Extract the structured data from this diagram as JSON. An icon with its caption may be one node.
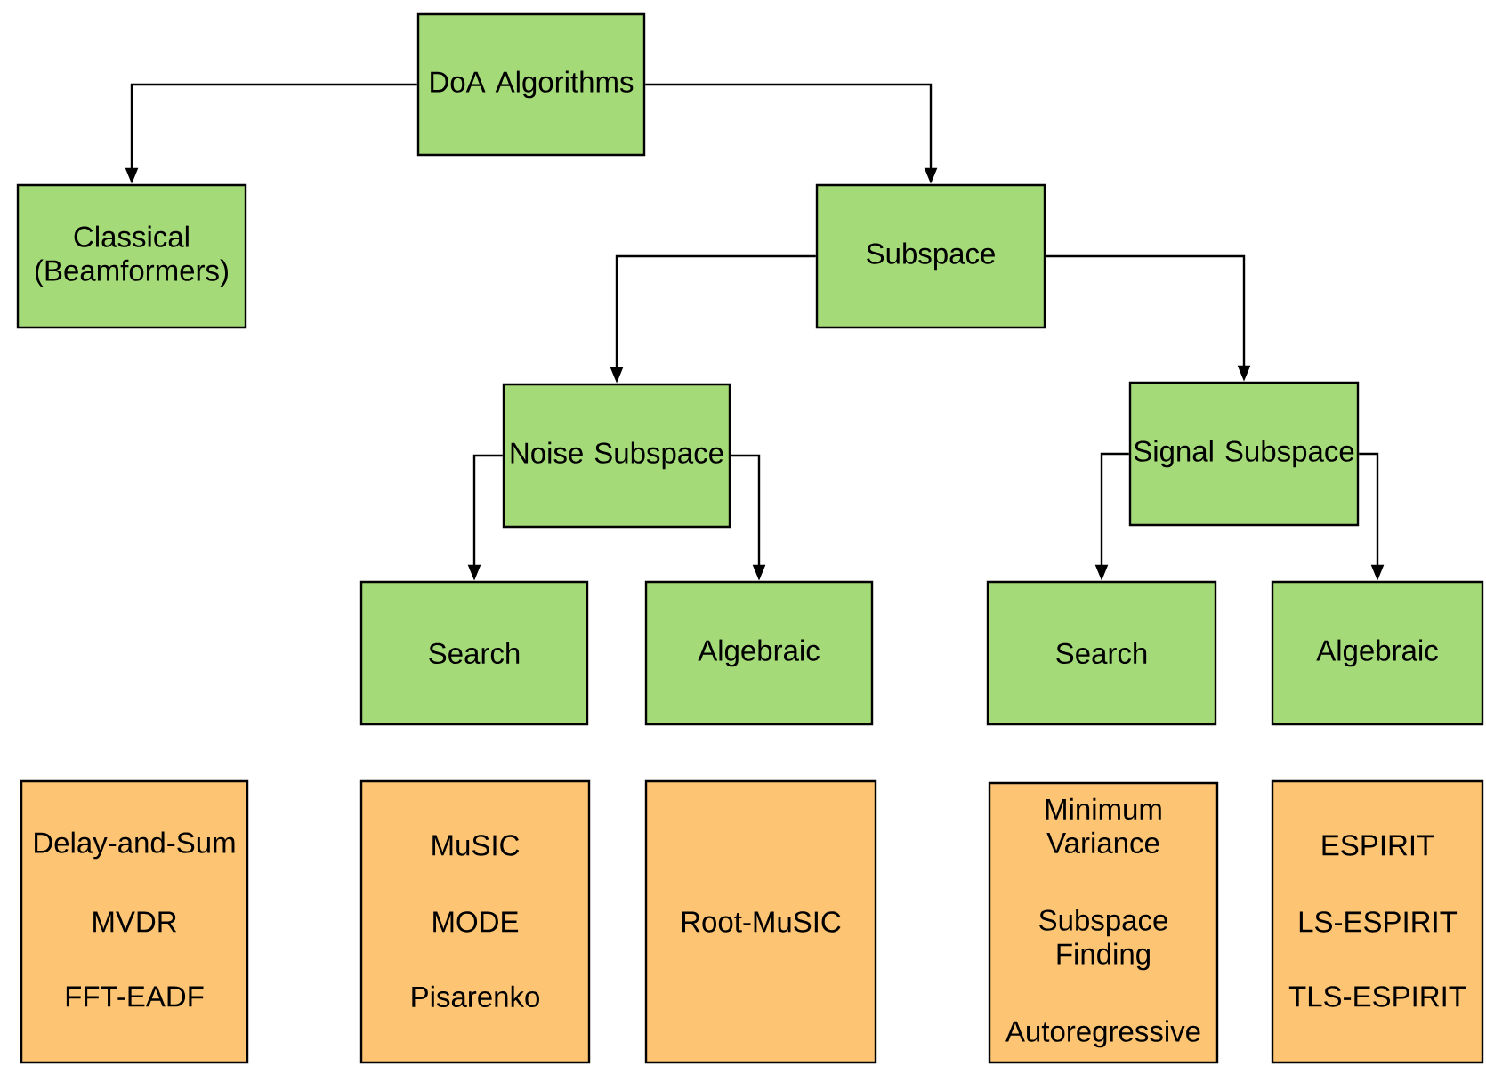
{
  "diagram": {
    "nodes": [
      {
        "text": [
          "DoA Algorithms"
        ]
      },
      {
        "text": [
          "Classical (Beamformers)"
        ]
      },
      {
        "text": [
          "Subspace"
        ]
      },
      {
        "text": [
          "Noise Subspace"
        ]
      },
      {
        "text": [
          "Signal Subspace"
        ]
      },
      {
        "text": [
          "Search"
        ]
      },
      {
        "text": [
          "Algebraic"
        ]
      },
      {
        "text": [
          "Search"
        ]
      },
      {
        "text": [
          "Algebraic"
        ]
      },
      {
        "text": [
          "Delay-and-Sum",
          "MVDR",
          "FFT-EADF"
        ]
      },
      {
        "text": [
          "MuSIC",
          "MODE",
          "Pisarenko"
        ]
      },
      {
        "text": [
          "Root-MuSIC"
        ]
      },
      {
        "text": [
          "Minimum Variance",
          "Subspace Finding",
          "Autoregressive"
        ]
      },
      {
        "text": [
          "ESPIRIT",
          "LS-ESPIRIT",
          "TLS-ESPIRIT"
        ]
      }
    ],
    "edges": [
      {
        "from": 0,
        "to": 1,
        "arrow": "to"
      },
      {
        "from": 0,
        "to": 2,
        "arrow": "to"
      },
      {
        "from": 2,
        "to": 3,
        "arrow": "to"
      },
      {
        "from": 2,
        "to": 4,
        "arrow": "to"
      },
      {
        "from": 3,
        "to": 5,
        "arrow": "to"
      },
      {
        "from": 3,
        "to": 6,
        "arrow": "to"
      },
      {
        "from": 4,
        "to": 7,
        "arrow": "to"
      },
      {
        "from": 4,
        "to": 8,
        "arrow": "to"
      }
    ]
  }
}
